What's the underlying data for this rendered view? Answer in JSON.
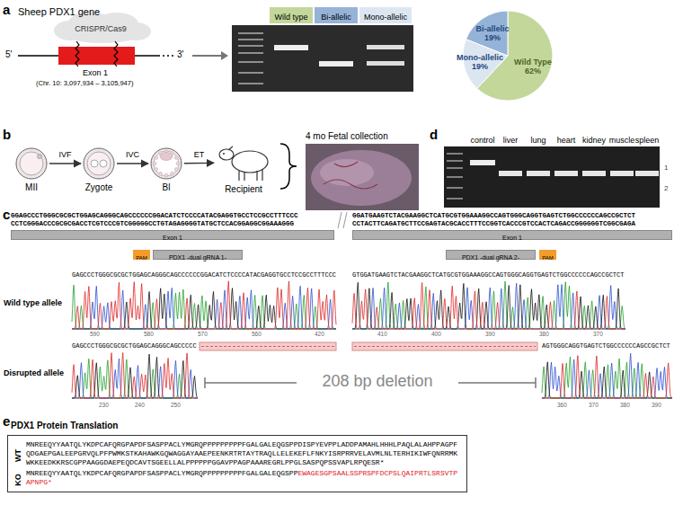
{
  "diagram": {
    "nodes": [
      {
        "text": [
          "Wild type"
        ]
      },
      {
        "text": [
          "Bi-allelic"
        ]
      },
      {
        "text": [
          "Mono-allelic"
        ]
      },
      {
        "text": [
          "MII"
        ]
      },
      {
        "text": [
          "Zygote"
        ]
      },
      {
        "text": [
          "Bl"
        ]
      },
      {
        "text": [
          "Recipient"
        ]
      },
      {
        "text": [
          "Exon 1"
        ]
      },
      {
        "text": [
          "PAM"
        ]
      },
      {
        "text": [
          "PDX1 -dual gRNA 1-"
        ]
      },
      {
        "text": [
          "Exon 1"
        ]
      },
      {
        "text": [
          "PDX1 -dual gRNA 2-"
        ]
      },
      {
        "text": [
          "PAM"
        ]
      },
      {
        "text": [
          "WT",
          "MNREEQYYAATQLYKDPCAFQRGPAPDFSASPPACLYMGRQPPPPPPPPPFGALGALEQGSPPDISPYEVPPLADDPAMAHLHHHLPAQLALAHPPAGPFQDGAEPGALEEPGRVQLPFPWMKSTKAHAWKGQWAGGAYAAEPEENKRTRTAYTRAQLLELEKEFLFNKYISRPRRVELAVMLNLTERHIKIWFQNRRMKWKKEEDKKRSCGPPAAGGDAEPEQDCAVTSGEELLALPPPPPPGGAVPPAGPAAAREGRLPPGLSASPQPSSVAPLRPQESR*",
          "KO",
          "MNREEQYYAATQLYKDPCAFQRGPAPDFSASPPACLYMGRQPPPPPPPPPFGALGALEQGSPP",
          "EWAGESGPSAALSSPRSPFDCPSLQAIPRTLSRSVTPAPNPG*"
        ]
      }
    ],
    "edges": [
      {
        "from": 3,
        "to": 4,
        "label": "IVF",
        "arrow": "to"
      },
      {
        "from": 4,
        "to": 5,
        "label": "IVC",
        "arrow": "to"
      },
      {
        "from": 5,
        "to": 6,
        "label": "ET",
        "arrow": "to"
      }
    ],
    "labels": [
      "a",
      "Sheep PDX1 gene",
      "CRISPR/Cas9",
      "5'",
      "3'",
      "Exon 1",
      "(Chr. 10: 3,097,934 – 3,105,947)",
      "Bi-allelic 19%",
      "Mono-allelic 19%",
      "Wild Type 62%",
      "b",
      "4 mo Fetal collection",
      "d",
      "control",
      "liver",
      "lung",
      "heart",
      "kidney",
      "muscle",
      "spleen",
      "1",
      "2",
      "c",
      "GGAGCCCTGGGCGCGCTGGAGCAGGGCAGCCCCCCGGACATCTCCCCATACGAGGTGCCTCCGCCTTTCCC",
      "CCTCGGGACCCGCGCGACCTCGTCCCGTCGGGGGCCTGTAGAGGGGTATGCTCCACGGAGGCGGAAAGGG",
      "GGATGAAGTCTACGAAGGCTCATGCGTGGAAAGGCCAGTGGGCAGGTGAGTCTGGCCCCCCAGCCGCTCT",
      "CCTACTTCAGATGCTTCCGAGTACGCACCTTTCCGGTCACCCGTCCACTCAGACCGGGGGGTCGGCGAGA",
      "GAGCCCTGGGCGCGCTGGAGCAGGGCAGCCCCCCGGACATCTCCCCATACGAGGTGCCTCCGCCTTTCCC",
      "GTGGATGAAGTCTACGAAGGCTCATGCGTGGAAAGGCCAGTGGGCAGGTGAGTCTGGCCCCCCAGCCGCTCT",
      "Wild type allele",
      "590",
      "580",
      "570",
      "560",
      "420",
      "410",
      "400",
      "390",
      "380",
      "370",
      "GAGCCCTGGGCGCGCTGGAGCAGGGCAGCCCCC",
      "AGTGGGCAGGTGAGTCTGGCCCCCCAGCCGCTCT",
      "Disrupted allele",
      "208 bp deletion",
      "230",
      "240",
      "250",
      "360",
      "370",
      "380",
      "390",
      "e",
      "PDX1 Protein Translation"
    ]
  }
}
